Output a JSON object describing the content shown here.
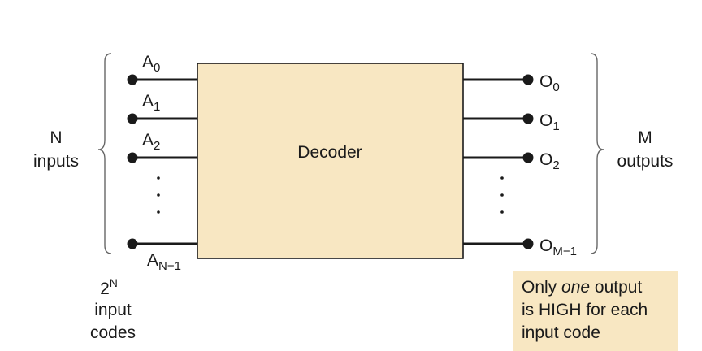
{
  "colors": {
    "decoder_fill": "#f8e7c2",
    "decoder_stroke": "#1a1a1a",
    "note_fill": "#f8e7c2",
    "line": "#1a1a1a",
    "brace": "#666666"
  },
  "decoder": {
    "label": "Decoder"
  },
  "inputs": {
    "group_label_1": "N",
    "group_label_2": "inputs",
    "pins": [
      {
        "base": "A",
        "sub": "0"
      },
      {
        "base": "A",
        "sub": "1"
      },
      {
        "base": "A",
        "sub": "2"
      },
      {
        "base": "A",
        "sub": "N−1"
      }
    ],
    "codes_base": "2",
    "codes_exp": "N",
    "codes_line2": "input",
    "codes_line3": "codes"
  },
  "outputs": {
    "group_label_1": "M",
    "group_label_2": "outputs",
    "pins": [
      {
        "base": "O",
        "sub": "0"
      },
      {
        "base": "O",
        "sub": "1"
      },
      {
        "base": "O",
        "sub": "2"
      },
      {
        "base": "O",
        "sub": "M−1"
      }
    ]
  },
  "note": {
    "line1_pre": "Only ",
    "line1_em": "one",
    "line1_post": " output",
    "line2": "is HIGH for each",
    "line3": "input code"
  }
}
